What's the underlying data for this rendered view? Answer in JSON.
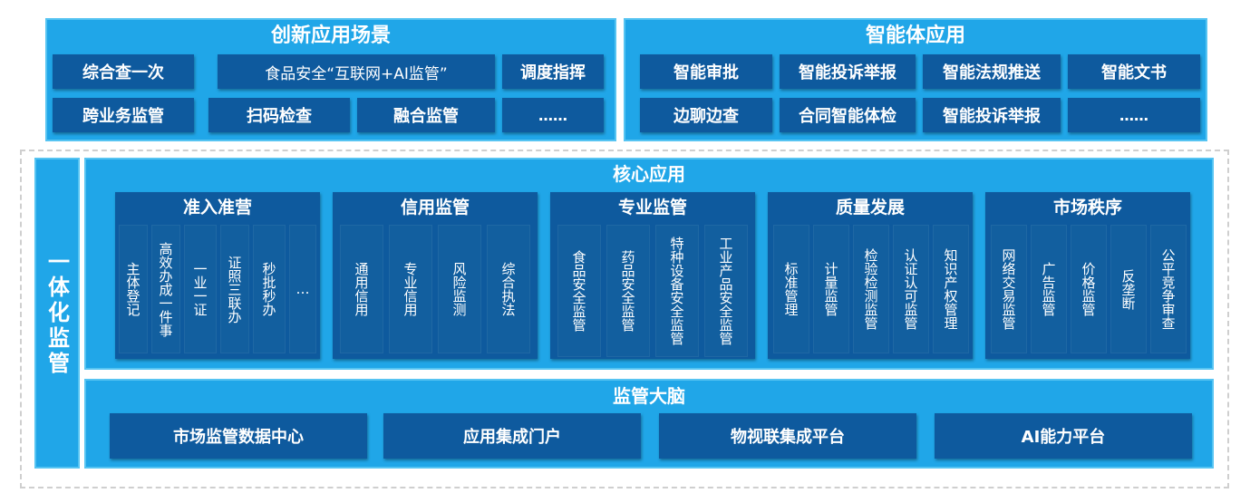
{
  "innovation": {
    "title": "创新应用场景",
    "items": [
      "综合查一次",
      "食品安全“互联网+AI监管”",
      "调度指挥",
      "跨业务监管",
      "扫码检查",
      "融合监管",
      "……"
    ]
  },
  "agent": {
    "title": "智能体应用",
    "items": [
      "智能审批",
      "智能投诉举报",
      "智能法规推送",
      "智能文书",
      "边聊边查",
      "合同智能体检",
      "智能投诉举报",
      "……"
    ]
  },
  "sidebar": {
    "label": "一体化监管"
  },
  "core": {
    "title": "核心应用",
    "categories": [
      {
        "title": "准入准营",
        "items": [
          "主体登记",
          "高效办成一件事",
          "一业一证",
          "证照三联办",
          "秒批秒办",
          "…"
        ]
      },
      {
        "title": "信用监管",
        "items": [
          "通用信用",
          "专业信用",
          "风险监测",
          "综合执法"
        ]
      },
      {
        "title": "专业监管",
        "items": [
          "食品安全监管",
          "药品安全监管",
          "特种设备安全监管",
          "工业产品安全监管"
        ]
      },
      {
        "title": "质量发展",
        "items": [
          "标准管理",
          "计量监管",
          "检验检测监管",
          "认证认可监管",
          "知识产权管理"
        ]
      },
      {
        "title": "市场秩序",
        "items": [
          "网络交易监管",
          "广告监管",
          "价格监管",
          "反垄断",
          "公平竞争审查"
        ]
      }
    ]
  },
  "brain": {
    "title": "监管大脑",
    "items": [
      "市场监管数据中心",
      "应用集成门户",
      "物视联集成平台",
      "AI能力平台"
    ]
  }
}
